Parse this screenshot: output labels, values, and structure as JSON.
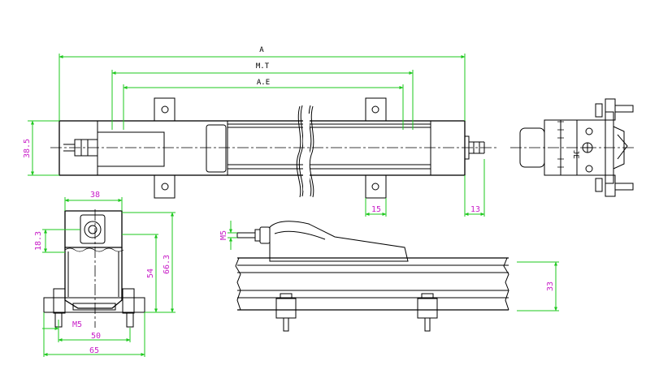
{
  "dimensions": {
    "overall_length": "A",
    "mechanical_travel": "M.T",
    "electrical_travel": "A.E",
    "body_height": "38.5",
    "bracket_width": "15",
    "end_offset": "13",
    "end_width": "38",
    "cable_height": "18.3",
    "mount_height": "54",
    "total_height": "66.3",
    "thread_end": "M5",
    "rail_span": "50",
    "base_width": "65",
    "rod_thread": "M5",
    "rail_height": "33"
  },
  "colors": {
    "outline": "#000000",
    "dimension_line": "#1ec81e",
    "dimension_text": "#c81ec8"
  }
}
